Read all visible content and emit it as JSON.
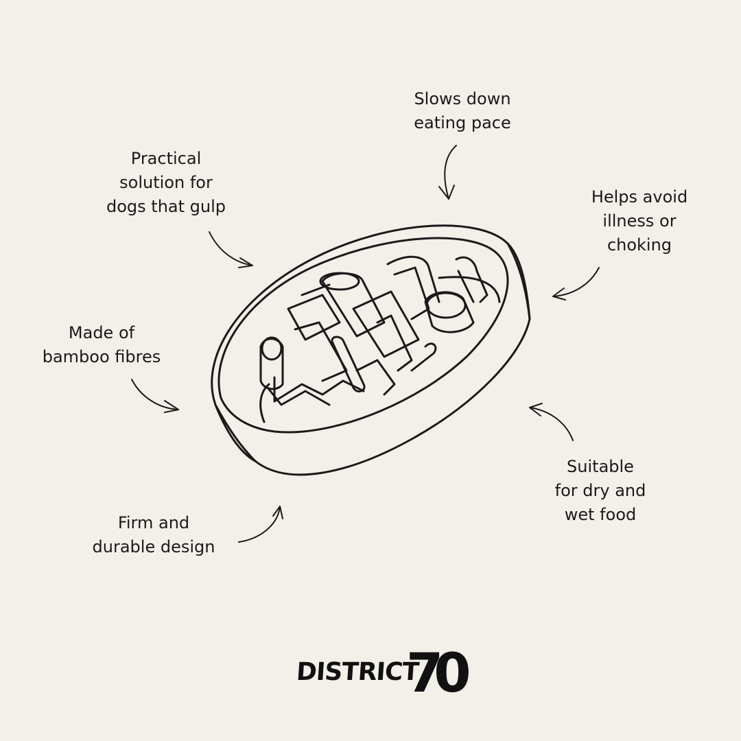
{
  "features": [
    {
      "lines": [
        "Slows down",
        "eating pace"
      ]
    },
    {
      "lines": [
        "Practical",
        "solution for",
        "dogs that gulp"
      ]
    },
    {
      "lines": [
        "Helps avoid",
        "illness or",
        "choking"
      ]
    },
    {
      "lines": [
        "Made of",
        "bamboo fibres"
      ]
    },
    {
      "lines": [
        "Suitable",
        "for dry and",
        "wet food"
      ]
    },
    {
      "lines": [
        "Firm and",
        "durable design"
      ]
    }
  ],
  "logo": {
    "text": "DISTRICT",
    "number": "70"
  },
  "colors": {
    "background": "#f3efe9",
    "ink": "#1a1a1a"
  }
}
